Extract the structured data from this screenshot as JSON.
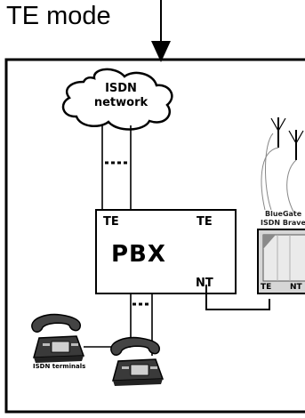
{
  "mode_label": "TE mode",
  "cloud": {
    "line1": "ISDN",
    "line2": "network"
  },
  "pbx": {
    "name": "PBX",
    "port_te_left": "TE",
    "port_te_right": "TE",
    "port_nt": "NT"
  },
  "bluegate": {
    "line1": "BlueGate",
    "line2": "ISDN Brave",
    "port_te": "TE",
    "port_nt": "NT"
  },
  "terminals_caption": "ISDN terminals",
  "colors": {
    "stroke": "#000000",
    "device_fill": "#d9d9d9",
    "background": "#ffffff"
  }
}
